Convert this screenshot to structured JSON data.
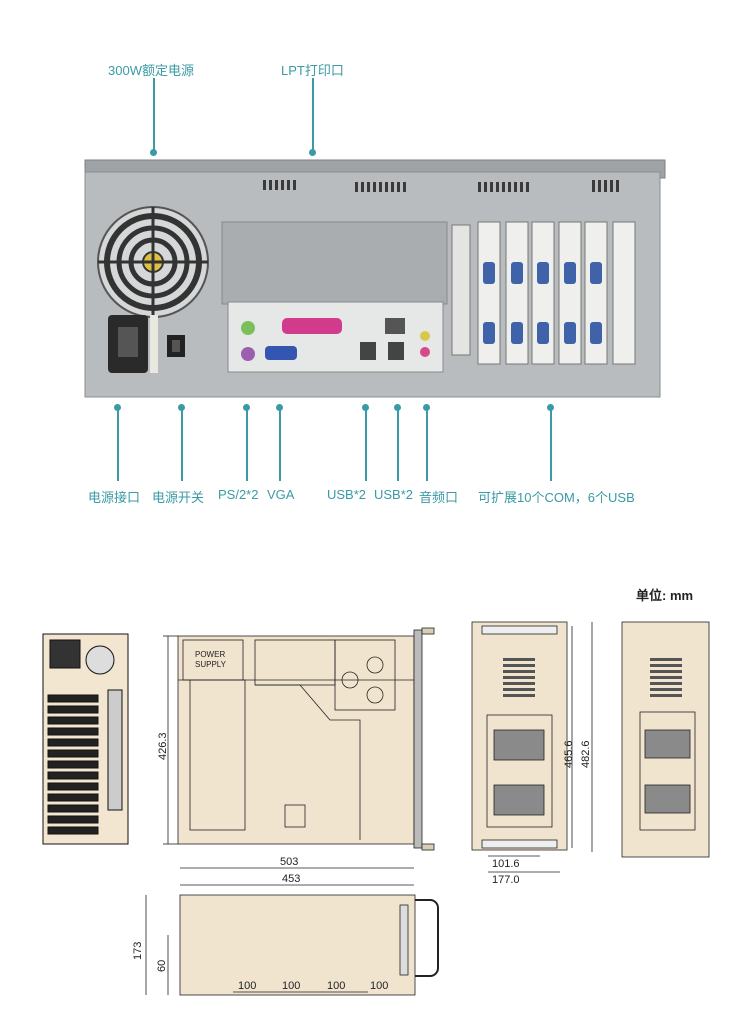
{
  "callouts": {
    "psu_power": "300W额定电源",
    "lpt": "LPT打印口",
    "power_socket": "电源接口",
    "power_switch": "电源开关",
    "ps2": "PS/2*2",
    "vga": "VGA",
    "usb_a": "USB*2",
    "usb_b": "USB*2",
    "audio": "音频口",
    "expansion": "可扩展10个COM，6个USB"
  },
  "drawing": {
    "unit_label": "单位: mm",
    "psu_label_line1": "POWER",
    "psu_label_line2": "SUPPLY",
    "dim_426_3": "426.3",
    "dim_465_6": "465.6",
    "dim_482_6": "482.6",
    "dim_101_6": "101.6",
    "dim_177_0": "177.0",
    "dim_503": "503",
    "dim_453": "453",
    "dim_173": "173",
    "dim_60": "60",
    "dim_100_a": "100",
    "dim_100_b": "100",
    "dim_100_c": "100",
    "dim_100_d": "100"
  },
  "colors": {
    "accent": "#3a9aa5",
    "chassis": "#b4b8ba",
    "beige": "#f1e4cf"
  }
}
